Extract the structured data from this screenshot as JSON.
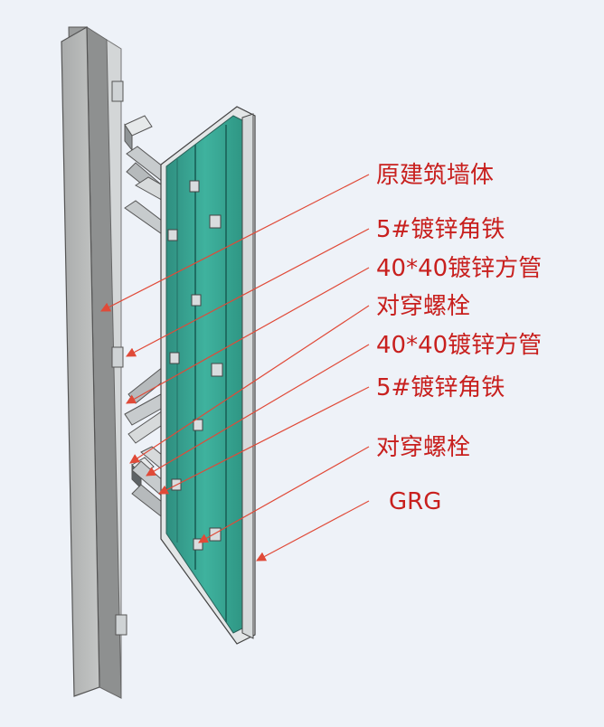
{
  "colors": {
    "background": "#eef2f8",
    "concrete": "#b9bbbb",
    "concrete_side": "#9b9d9d",
    "steel": "#c9cdd0",
    "grg_panel": "#3aa896",
    "grg_frame": "#dfe3e4",
    "label": "#c8201e",
    "leader": "#e04a38"
  },
  "labels": [
    {
      "id": "wall",
      "text": "原建筑墙体"
    },
    {
      "id": "angle-1",
      "text": "5#镀锌角铁"
    },
    {
      "id": "tube-1",
      "text": "40*40镀锌方管"
    },
    {
      "id": "bolt-1",
      "text": "对穿螺栓"
    },
    {
      "id": "tube-2",
      "text": "40*40镀锌方管"
    },
    {
      "id": "angle-2",
      "text": "5#镀锌角铁"
    },
    {
      "id": "bolt-2",
      "text": "对穿螺栓"
    },
    {
      "id": "grg",
      "text": "GRG"
    }
  ]
}
